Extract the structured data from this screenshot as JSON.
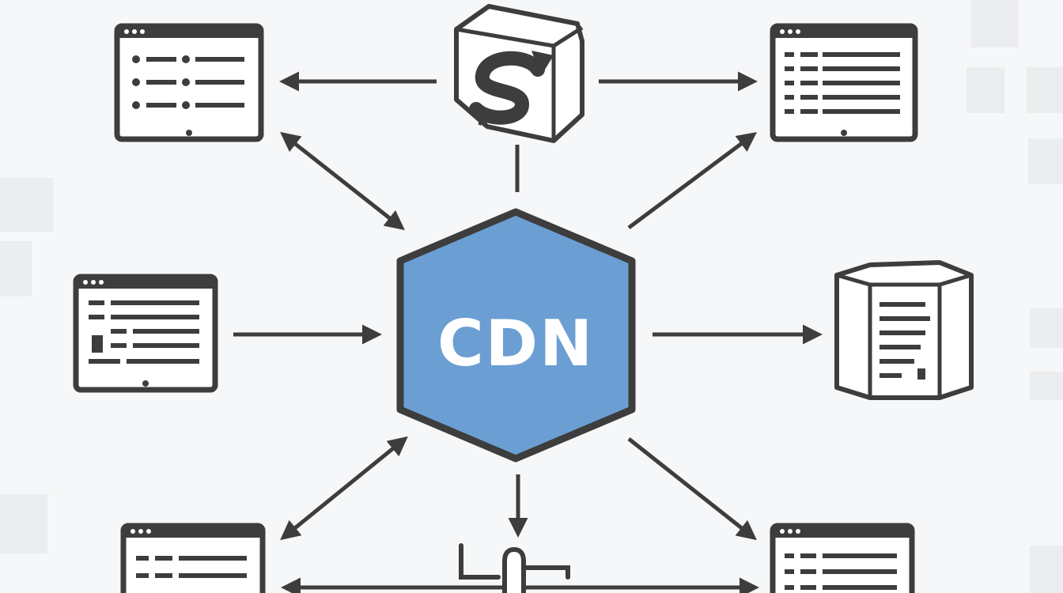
{
  "diagram": {
    "center_label": "CDN",
    "center_color": "#6b9fd3",
    "stroke_color": "#3d3d3d",
    "nodes": [
      {
        "name": "origin-logo",
        "icon": "s-logo-cube-icon"
      },
      {
        "name": "top-left",
        "icon": "browser-window-icon"
      },
      {
        "name": "top-right",
        "icon": "browser-window-icon"
      },
      {
        "name": "middle-left",
        "icon": "browser-window-icon"
      },
      {
        "name": "middle-right",
        "icon": "server-box-icon"
      },
      {
        "name": "bottom-left",
        "icon": "browser-window-icon"
      },
      {
        "name": "bottom-right",
        "icon": "browser-window-icon"
      },
      {
        "name": "bottom-center",
        "icon": "pipe-connector-icon"
      }
    ]
  }
}
